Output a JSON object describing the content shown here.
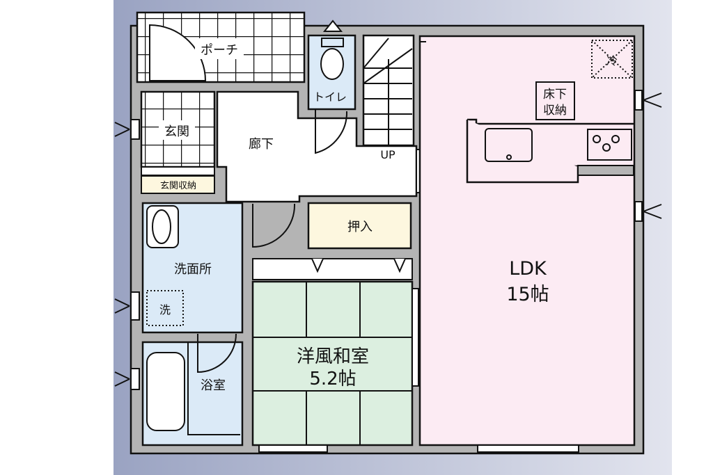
{
  "rooms": {
    "porch": "ポーチ",
    "toilet": "トイレ",
    "entrance": "玄関",
    "hallway": "廊下",
    "stairs_up": "UP",
    "entrance_storage": "玄関収納",
    "closet": "押入",
    "washroom": "洗面所",
    "washer": "洗",
    "bathroom": "浴室",
    "japanese_room": "洋風和室",
    "japanese_room_size": "5.2帖",
    "ldk": "LDK",
    "ldk_size": "15帖",
    "underfloor_storage_line1": "床下",
    "underfloor_storage_line2": "収納",
    "fridge": "冷"
  },
  "colors": {
    "wall": "#b4b4b4",
    "ldk": "#fcebf3",
    "water": "#dbeaf7",
    "tatami": "#dcefe0",
    "storage": "#fdf7df",
    "background_left": "#9aa3c2",
    "background_right": "#dfe2ec"
  }
}
